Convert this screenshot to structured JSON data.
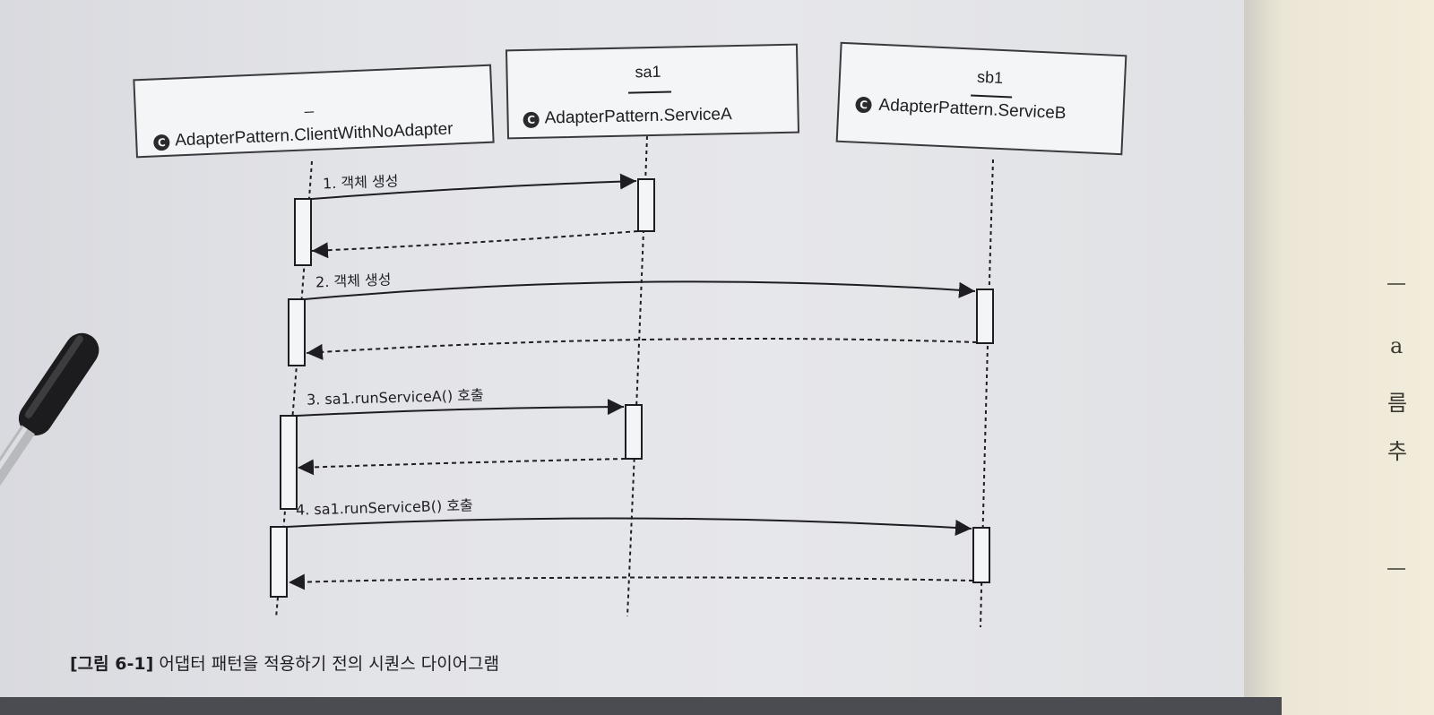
{
  "participants": [
    {
      "id": "client",
      "instance": "_",
      "class_name": "AdapterPattern.ClientWithNoAdapter",
      "stereotype": "C"
    },
    {
      "id": "sa1",
      "instance": "sa1",
      "class_name": "AdapterPattern.ServiceA",
      "stereotype": "C"
    },
    {
      "id": "sb1",
      "instance": "sb1",
      "class_name": "AdapterPattern.ServiceB",
      "stereotype": "C"
    }
  ],
  "messages": [
    {
      "label": "1. 객체 생성",
      "from": "client",
      "to": "sa1"
    },
    {
      "label": "2. 객체 생성",
      "from": "client",
      "to": "sb1"
    },
    {
      "label": "3. sa1.runServiceA() 호출",
      "from": "client",
      "to": "sa1"
    },
    {
      "label": "4. sa1.runServiceB() 호출",
      "from": "client",
      "to": "sb1"
    }
  ],
  "caption": {
    "number": "[그림 6-1]",
    "text": "어댑터 패턴을 적용하기 전의 시퀀스 다이어그램"
  },
  "right_page_fragments": [
    "a",
    "름",
    "추"
  ],
  "colors": {
    "ink": "#1e1e22",
    "page": "#e3e4e8",
    "box_fill": "#f4f5f7",
    "right_page": "#f2ecdb",
    "pen_body": "#1c1c1e"
  },
  "icons": [
    "class-stereotype-icon",
    "arrowhead-icon",
    "pen"
  ]
}
